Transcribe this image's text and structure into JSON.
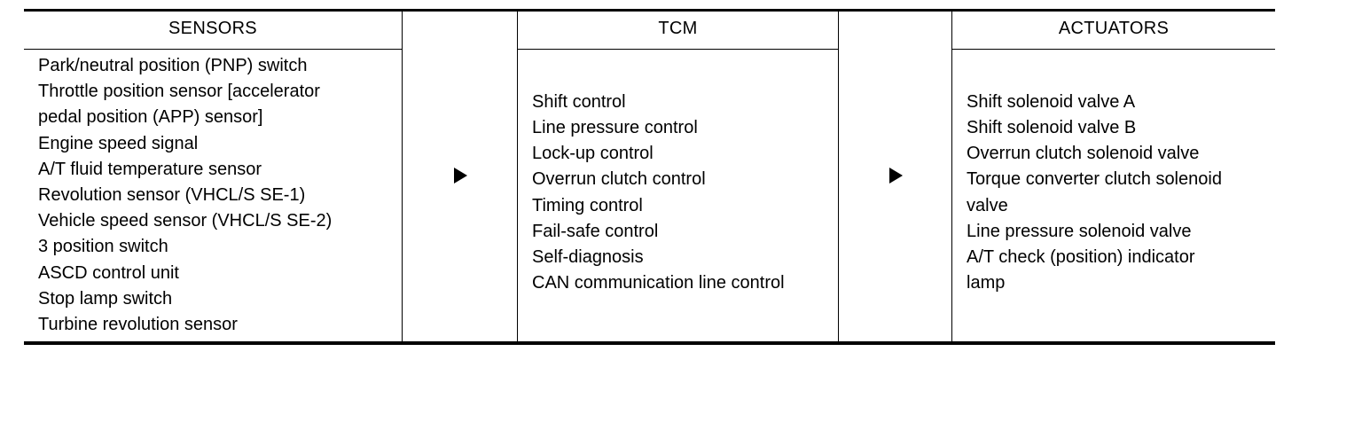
{
  "sensors": {
    "title": "SENSORS",
    "items": [
      "Park/neutral position (PNP) switch",
      "Throttle position sensor [accelerator",
      "pedal position (APP) sensor]",
      "Engine speed signal",
      "A/T fluid temperature sensor",
      "Revolution sensor (VHCL/S SE-1)",
      "Vehicle speed sensor (VHCL/S SE-2)",
      "3 position switch",
      "ASCD control unit",
      "Stop lamp switch",
      "Turbine revolution sensor"
    ]
  },
  "tcm": {
    "title": "TCM",
    "items": [
      "Shift control",
      "Line pressure control",
      "Lock-up control",
      "Overrun clutch control",
      "Timing control",
      "Fail-safe control",
      "Self-diagnosis",
      "CAN communication line control"
    ]
  },
  "actuators": {
    "title": "ACTUATORS",
    "items": [
      "Shift solenoid valve A",
      "Shift solenoid valve B",
      "Overrun clutch solenoid valve",
      "Torque converter clutch solenoid",
      "valve",
      "Line pressure solenoid valve",
      "A/T check (position) indicator",
      "lamp"
    ]
  },
  "arrows": {
    "sensors_to_tcm": "right-arrow-icon",
    "tcm_to_actuators": "right-arrow-icon"
  }
}
